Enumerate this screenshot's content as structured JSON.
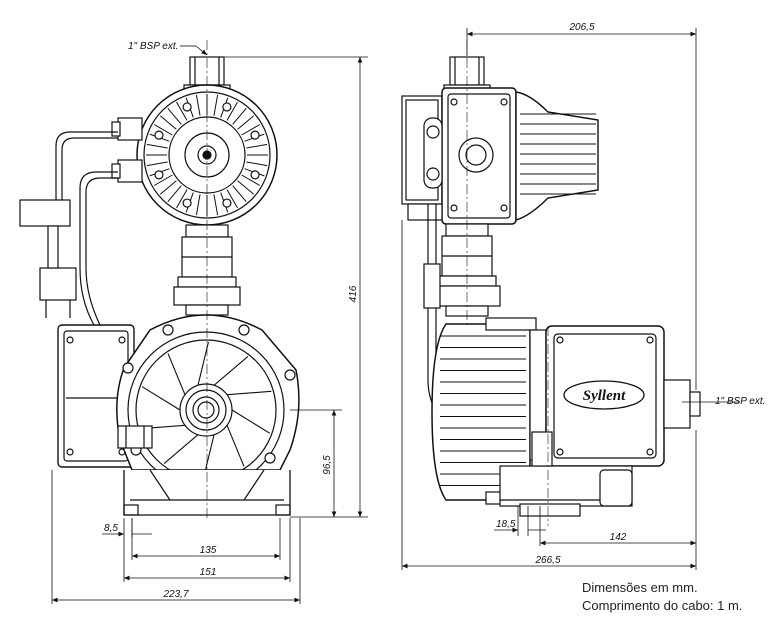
{
  "labels": {
    "bsp_left": "1\" BSP ext.",
    "bsp_right": "1\" BSP ext.",
    "brand": "Syllent"
  },
  "dimensions": {
    "height_total": "416",
    "width_side": "206,5",
    "height_inlet": "96,5",
    "left_small": "8,5",
    "base_135": "135",
    "base_151": "151",
    "width_front": "223,7",
    "right_small": "18,5",
    "base_142": "142",
    "length_side": "266,5"
  },
  "notes": {
    "units": "Dimensões em mm.",
    "cable": "Comprimento do cabo: 1 m."
  }
}
